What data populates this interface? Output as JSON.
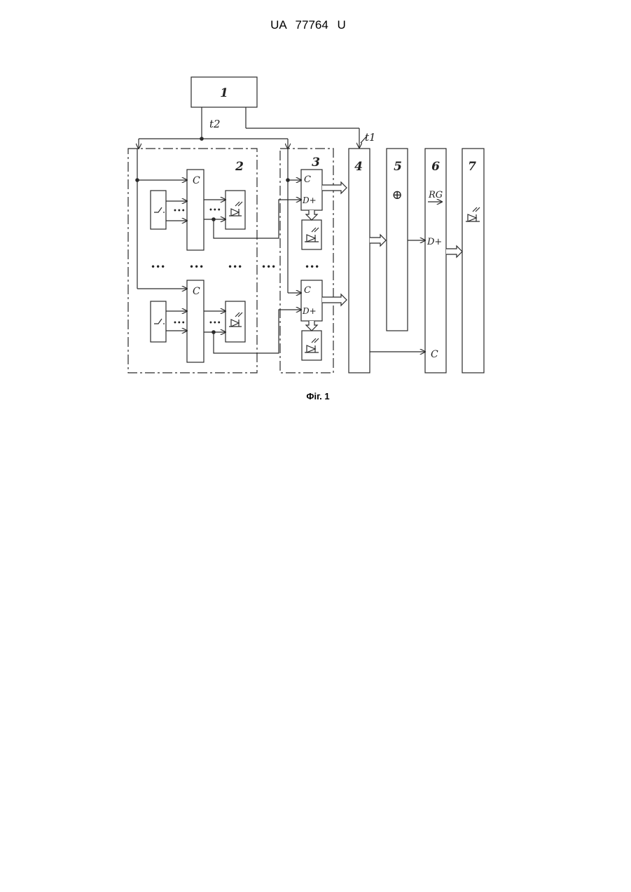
{
  "header": {
    "patent_number": "UA   77764   U"
  },
  "figure": {
    "caption": "Фіг. 1",
    "block_labels": {
      "b1": "1",
      "b2": "2",
      "b3": "3",
      "b4": "4",
      "b5": "5",
      "b6": "6",
      "b7": "7"
    },
    "signals": {
      "t1": "t1",
      "t2": "t2"
    },
    "counter_label": "C",
    "data_input_label": "D+",
    "register_label": "RG",
    "xor_symbol": "⊕",
    "ellipsis": "•••"
  }
}
